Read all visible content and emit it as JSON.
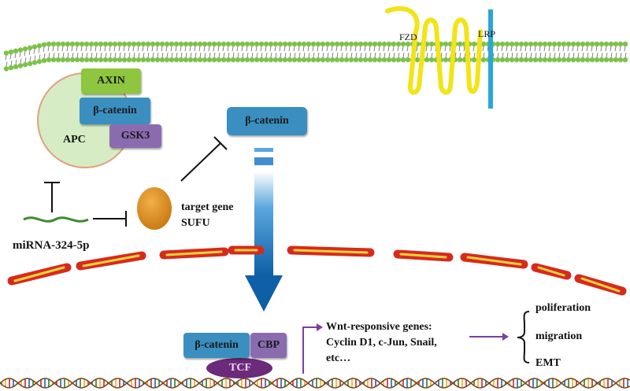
{
  "colors": {
    "membrane_green": "#7cc24a",
    "fzd_yellow": "#f2e417",
    "lrp_blue": "#2aa7d9",
    "axin_green": "#8ec63f",
    "beta_catenin_blue": "#3a8fc0",
    "gsk3_purple": "#8b6bb0",
    "apc_circle": "#d6ecc5",
    "sufu_orange": "#d98a1c",
    "nuclear_red": "#d52b1e",
    "nuclear_yellow": "#f6d23a",
    "arrow_blue": "#1b6fb5",
    "tcf_purple": "#6b2a7a",
    "pathway_arrow": "#7b3f9e"
  },
  "receptors": {
    "fzd": "FZD",
    "lrp": "LRP"
  },
  "destruction_complex": {
    "axin": "AXIN",
    "beta_catenin": "β-catenin",
    "gsk3": "GSK3",
    "apc": "APC"
  },
  "cytoplasm": {
    "beta_catenin": "β-catenin"
  },
  "target": {
    "line1": "target gene",
    "line2": "SUFU"
  },
  "mirna": {
    "label": "miRNA-324-5p"
  },
  "nucleus": {
    "beta_catenin": "β-catenin",
    "cbp": "CBP",
    "tcf": "TCF",
    "genes_title": "Wnt-responsive genes:",
    "genes_line2": "Cyclin D1, c-Jun,  Snail,",
    "genes_line3": "etc…"
  },
  "outcomes": [
    "poliferation",
    "migration",
    "EMT"
  ]
}
